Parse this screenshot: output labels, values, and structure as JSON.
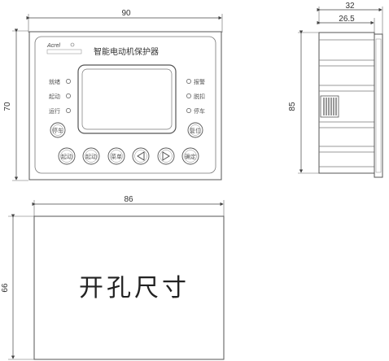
{
  "dimensions": {
    "front_width": "90",
    "front_height": "70",
    "side_total_depth": "32",
    "side_depth": "26.5",
    "side_height": "85",
    "cutout_width": "86",
    "cutout_height": "66"
  },
  "panel": {
    "brand": "Acrel",
    "title": "智能电动机保护器",
    "left_indicators": [
      "就绪",
      "起动",
      "运行"
    ],
    "right_indicators": [
      "报警",
      "脱扣",
      "停车"
    ],
    "btn_stop": "停车",
    "btn_reset": "复位",
    "bottom_buttons": [
      "起动",
      "起动",
      "菜单",
      "◁",
      "▷",
      "确定"
    ]
  },
  "cutout": {
    "label": "开孔尺寸"
  },
  "colors": {
    "line": "#444444",
    "panel_border": "#555555"
  }
}
